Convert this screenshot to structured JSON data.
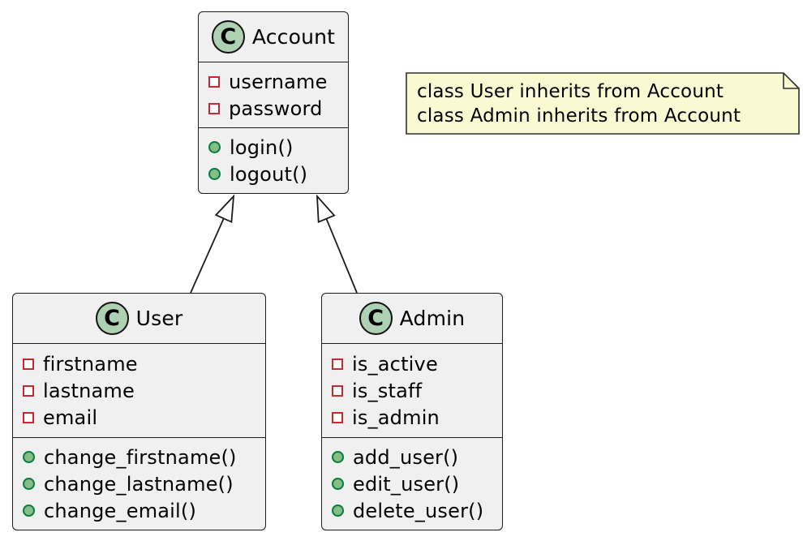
{
  "classes": [
    {
      "name": "Account",
      "stereotype_letter": "C",
      "attributes": [
        "username",
        "password"
      ],
      "methods": [
        "login()",
        "logout()"
      ]
    },
    {
      "name": "User",
      "stereotype_letter": "C",
      "attributes": [
        "firstname",
        "lastname",
        "email"
      ],
      "methods": [
        "change_firstname()",
        "change_lastname()",
        "change_email()"
      ]
    },
    {
      "name": "Admin",
      "stereotype_letter": "C",
      "attributes": [
        "is_active",
        "is_staff",
        "is_admin"
      ],
      "methods": [
        "add_user()",
        "edit_user()",
        "delete_user()"
      ]
    }
  ],
  "note": {
    "line1": "class User inherits from Account",
    "line2": "class Admin inherits from Account"
  },
  "relations": [
    {
      "from": "User",
      "to": "Account",
      "type": "inheritance"
    },
    {
      "from": "Admin",
      "to": "Account",
      "type": "inheritance"
    }
  ],
  "colors": {
    "class_fill": "#F0F0F0",
    "class_border": "#1B1B1B",
    "class_icon_fill": "#ADD1B2",
    "field_icon": "#C82930",
    "method_icon_fill": "#84BE84",
    "method_icon_border": "#067B3E",
    "note_fill": "#FAFAD2",
    "note_border": "#2F2F2F",
    "background": "#FFFFFF"
  }
}
